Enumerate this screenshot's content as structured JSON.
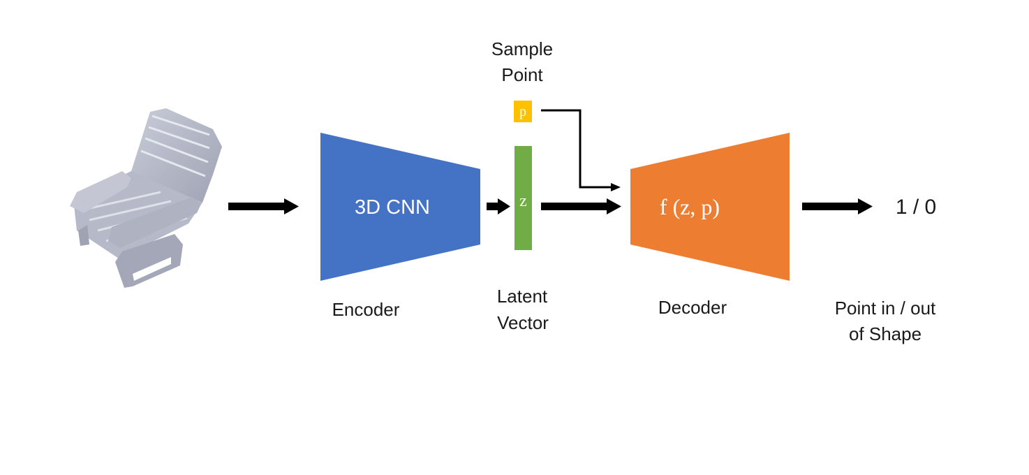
{
  "diagram": {
    "encoder": {
      "text": "3D CNN",
      "label": "Encoder",
      "color": "#4472C4"
    },
    "latent": {
      "symbol": "z",
      "label_line1": "Latent",
      "label_line2": "Vector",
      "color": "#70AD47"
    },
    "sample_point": {
      "symbol": "p",
      "label_line1": "Sample",
      "label_line2": "Point",
      "color": "#FFC000"
    },
    "decoder": {
      "text": "f (z, p)",
      "label": "Decoder",
      "color": "#ED7D31"
    },
    "output": {
      "value": "1 / 0",
      "label_line1": "Point in / out",
      "label_line2": "of Shape"
    },
    "input_image": {
      "icon": "chair-3d-voxel-icon",
      "color": "#A9AEBF"
    }
  }
}
